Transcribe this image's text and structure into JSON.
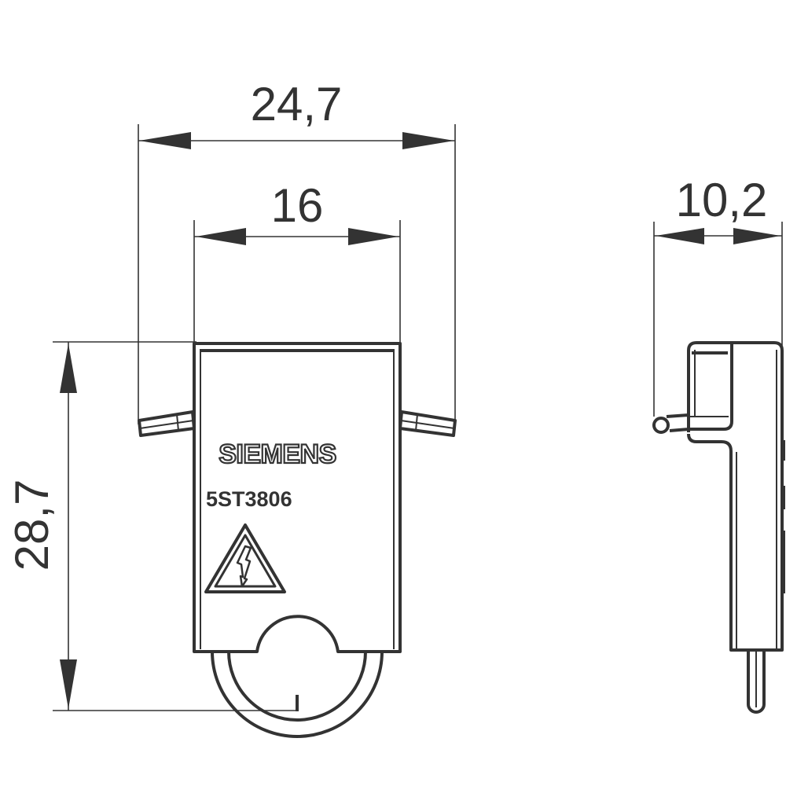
{
  "drawing": {
    "front_view": {
      "brand_label": "SIEMENS",
      "part_number": "5ST3806",
      "warning_symbol": "high-voltage-warning"
    },
    "dimensions": {
      "overall_width": "24,7",
      "body_width": "16",
      "height": "28,7",
      "side_depth": "10,2"
    }
  },
  "colors": {
    "line": "#333333",
    "background": "#ffffff"
  }
}
